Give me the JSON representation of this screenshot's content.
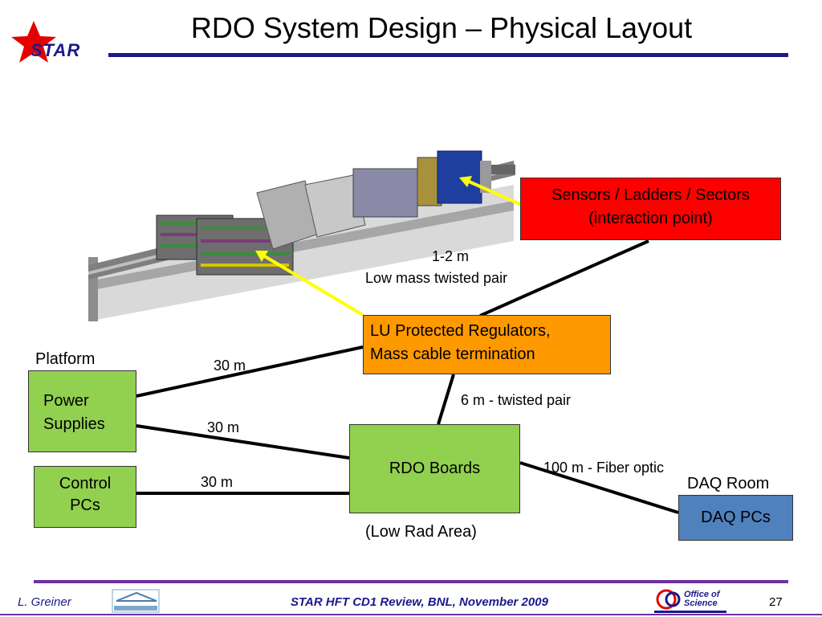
{
  "header": {
    "title": "RDO System Design – Physical Layout",
    "logo_text": "STAR"
  },
  "boxes": {
    "sensors": {
      "line1": "Sensors / Ladders / Sectors",
      "line2": "(interaction point)",
      "color": "#ff0000"
    },
    "lu": {
      "line1": "LU Protected Regulators,",
      "line2": "Mass cable termination",
      "color": "#ff9900"
    },
    "power": {
      "line1": "Power",
      "line2": "Supplies",
      "color": "#92d050"
    },
    "control": {
      "line1": "Control",
      "line2": "PCs",
      "color": "#92d050"
    },
    "rdo": {
      "label": "RDO Boards",
      "color": "#92d050"
    },
    "daq": {
      "label": "DAQ PCs",
      "color": "#4f81bd"
    }
  },
  "labels": {
    "platform": "Platform",
    "daq_room": "DAQ Room",
    "low_rad": "(Low Rad Area)",
    "link_top_1": "1-2 m",
    "link_top_2": "Low mass twisted pair",
    "link_power_lu": "30 m",
    "link_power_rdo": "30 m",
    "link_control_rdo": "30 m",
    "link_lu_rdo": "6 m - twisted pair",
    "link_rdo_daq": "100 m - Fiber optic"
  },
  "footer": {
    "author": "L. Greiner",
    "event": "STAR HFT CD1 Review, BNL, November 2009",
    "page": "27",
    "office_line1": "Office of",
    "office_line2": "Science"
  }
}
